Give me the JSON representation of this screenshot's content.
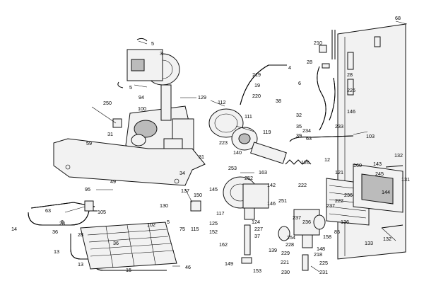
{
  "diagram": {
    "labels": [
      {
        "id": "p68",
        "text": "68"
      },
      {
        "id": "p210",
        "text": "210"
      },
      {
        "id": "p5a",
        "text": "5"
      },
      {
        "id": "p3",
        "text": "3"
      },
      {
        "id": "p5b",
        "text": "5"
      },
      {
        "id": "p4",
        "text": "4"
      },
      {
        "id": "p219",
        "text": "219"
      },
      {
        "id": "p19",
        "text": "19"
      },
      {
        "id": "p220",
        "text": "220"
      },
      {
        "id": "p6",
        "text": "6"
      },
      {
        "id": "p38",
        "text": "38"
      },
      {
        "id": "p28a",
        "text": "28"
      },
      {
        "id": "p28b",
        "text": "28"
      },
      {
        "id": "p226",
        "text": "226"
      },
      {
        "id": "p94",
        "text": "94"
      },
      {
        "id": "p129",
        "text": "129"
      },
      {
        "id": "p112",
        "text": "112"
      },
      {
        "id": "p250",
        "text": "250"
      },
      {
        "id": "p100",
        "text": "100"
      },
      {
        "id": "p111",
        "text": "111"
      },
      {
        "id": "p32",
        "text": "32"
      },
      {
        "id": "p146a",
        "text": "146"
      },
      {
        "id": "p35",
        "text": "35"
      },
      {
        "id": "p233",
        "text": "233"
      },
      {
        "id": "p234",
        "text": "234"
      },
      {
        "id": "p31a",
        "text": "31"
      },
      {
        "id": "p119",
        "text": "119"
      },
      {
        "id": "p39",
        "text": "39"
      },
      {
        "id": "p63a",
        "text": "63"
      },
      {
        "id": "p103",
        "text": "103"
      },
      {
        "id": "p59",
        "text": "59"
      },
      {
        "id": "p223",
        "text": "223"
      },
      {
        "id": "p140",
        "text": "140"
      },
      {
        "id": "p31b",
        "text": "31"
      },
      {
        "id": "p12",
        "text": "12"
      },
      {
        "id": "p132a",
        "text": "132"
      },
      {
        "id": "p143",
        "text": "143"
      },
      {
        "id": "p160",
        "text": "160"
      },
      {
        "id": "p245",
        "text": "245"
      },
      {
        "id": "p126",
        "text": "126"
      },
      {
        "id": "p253",
        "text": "253"
      },
      {
        "id": "p163",
        "text": "163"
      },
      {
        "id": "p34",
        "text": "34"
      },
      {
        "id": "p121",
        "text": "121"
      },
      {
        "id": "p131",
        "text": "131"
      },
      {
        "id": "p252",
        "text": "252"
      },
      {
        "id": "p49",
        "text": "49"
      },
      {
        "id": "p142",
        "text": "142"
      },
      {
        "id": "p222a",
        "text": "222"
      },
      {
        "id": "p95",
        "text": "95"
      },
      {
        "id": "p137",
        "text": "137"
      },
      {
        "id": "p145",
        "text": "145"
      },
      {
        "id": "p144",
        "text": "144"
      },
      {
        "id": "p251",
        "text": "251"
      },
      {
        "id": "p63b",
        "text": "63"
      },
      {
        "id": "p105",
        "text": "105"
      },
      {
        "id": "p130",
        "text": "130"
      },
      {
        "id": "p150",
        "text": "150"
      },
      {
        "id": "p146b",
        "text": "146"
      },
      {
        "id": "p237",
        "text": "237"
      },
      {
        "id": "p222b",
        "text": "222"
      },
      {
        "id": "p8",
        "text": "8"
      },
      {
        "id": "p14",
        "text": "14"
      },
      {
        "id": "p28c",
        "text": "28"
      },
      {
        "id": "p115",
        "text": "115"
      },
      {
        "id": "p117",
        "text": "117"
      },
      {
        "id": "p237b",
        "text": "237"
      },
      {
        "id": "p236a",
        "text": "236"
      },
      {
        "id": "p136",
        "text": "136"
      },
      {
        "id": "p236b",
        "text": "236"
      },
      {
        "id": "p5c",
        "text": "5"
      },
      {
        "id": "p75",
        "text": "75"
      },
      {
        "id": "p125",
        "text": "125"
      },
      {
        "id": "p124",
        "text": "124"
      },
      {
        "id": "p36a",
        "text": "36"
      },
      {
        "id": "p102",
        "text": "102"
      },
      {
        "id": "p28d",
        "text": "28"
      },
      {
        "id": "p152",
        "text": "152"
      },
      {
        "id": "p227",
        "text": "227"
      },
      {
        "id": "p158",
        "text": "158"
      },
      {
        "id": "p85",
        "text": "85"
      },
      {
        "id": "p37",
        "text": "37"
      },
      {
        "id": "p254",
        "text": "254"
      },
      {
        "id": "p13a",
        "text": "13"
      },
      {
        "id": "p36b",
        "text": "36"
      },
      {
        "id": "p162",
        "text": "162"
      },
      {
        "id": "p139",
        "text": "139"
      },
      {
        "id": "p228",
        "text": "228"
      },
      {
        "id": "p148",
        "text": "148"
      },
      {
        "id": "p133",
        "text": "133"
      },
      {
        "id": "p132b",
        "text": "132"
      },
      {
        "id": "p13b",
        "text": "13"
      },
      {
        "id": "p229",
        "text": "229"
      },
      {
        "id": "p218",
        "text": "218"
      },
      {
        "id": "p149",
        "text": "149"
      },
      {
        "id": "p221",
        "text": "221"
      },
      {
        "id": "p225",
        "text": "225"
      },
      {
        "id": "p15",
        "text": "15"
      },
      {
        "id": "p46",
        "text": "46"
      },
      {
        "id": "p153",
        "text": "153"
      },
      {
        "id": "p230",
        "text": "230"
      },
      {
        "id": "p231",
        "text": "231"
      }
    ]
  }
}
